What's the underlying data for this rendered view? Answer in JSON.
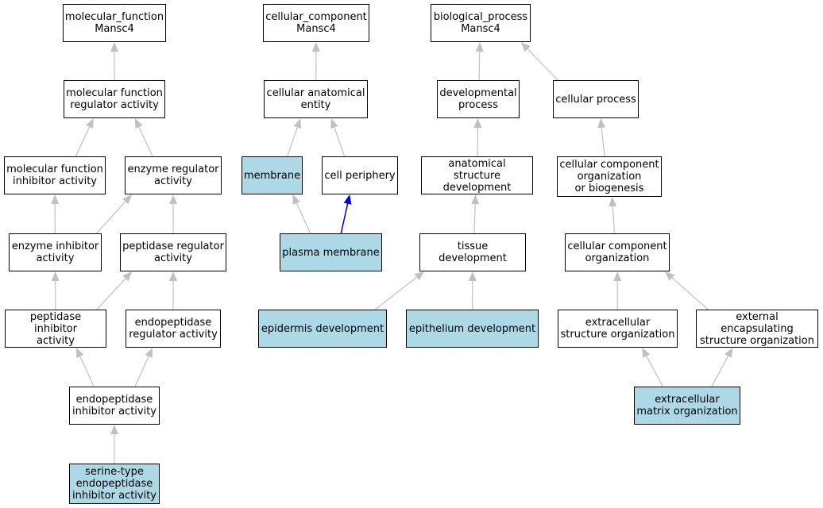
{
  "colors": {
    "default_fill": "#ffffff",
    "highlight_fill": "#add8e6",
    "edge_gray": "#c0c0c0",
    "edge_blue": "#0000dd"
  },
  "nodes": {
    "mf_root": "molecular_function\nMansc4",
    "mf_reg": "molecular function\nregulator activity",
    "mf_inhib": "molecular function\ninhibitor activity",
    "enz_reg": "enzyme regulator\nactivity",
    "enz_inhib": "enzyme inhibitor\nactivity",
    "pep_reg": "peptidase regulator\nactivity",
    "pep_inhib": "peptidase inhibitor\nactivity",
    "endo_reg": "endopeptidase\nregulator activity",
    "endo_inhib": "endopeptidase\ninhibitor activity",
    "serine": "serine-type\nendopeptidase\ninhibitor activity",
    "cc_root": "cellular_component\nMansc4",
    "cae": "cellular anatomical\nentity",
    "membrane": "membrane",
    "cell_periphery": "cell periphery",
    "plasma_membrane": "plasma membrane",
    "bp_root": "biological_process\nMansc4",
    "dev_proc": "developmental\nprocess",
    "cell_proc": "cellular process",
    "anat_dev": "anatomical structure\ndevelopment",
    "ccob": "cellular component\norganization\nor biogenesis",
    "tissue_dev": "tissue development",
    "cco": "cellular component\norganization",
    "epidermis": "epidermis development",
    "epithelium": "epithelium development",
    "ext_struct": "extracellular\nstructure organization",
    "ext_encap": "external encapsulating\nstructure organization",
    "ecm": "extracellular\nmatrix organization"
  },
  "highlighted": [
    "serine",
    "membrane",
    "plasma_membrane",
    "epidermis",
    "epithelium",
    "ecm"
  ],
  "edges": [
    {
      "from": "mf_reg",
      "to": "mf_root"
    },
    {
      "from": "mf_inhib",
      "to": "mf_reg"
    },
    {
      "from": "enz_reg",
      "to": "mf_reg"
    },
    {
      "from": "enz_inhib",
      "to": "mf_inhib"
    },
    {
      "from": "enz_inhib",
      "to": "enz_reg"
    },
    {
      "from": "pep_reg",
      "to": "enz_reg"
    },
    {
      "from": "pep_inhib",
      "to": "enz_inhib"
    },
    {
      "from": "pep_inhib",
      "to": "pep_reg"
    },
    {
      "from": "endo_reg",
      "to": "pep_reg"
    },
    {
      "from": "endo_inhib",
      "to": "pep_inhib"
    },
    {
      "from": "endo_inhib",
      "to": "endo_reg"
    },
    {
      "from": "serine",
      "to": "endo_inhib"
    },
    {
      "from": "cae",
      "to": "cc_root"
    },
    {
      "from": "membrane",
      "to": "cae"
    },
    {
      "from": "cell_periphery",
      "to": "cae"
    },
    {
      "from": "plasma_membrane",
      "to": "membrane"
    },
    {
      "from": "plasma_membrane",
      "to": "cell_periphery",
      "color": "blue"
    },
    {
      "from": "dev_proc",
      "to": "bp_root"
    },
    {
      "from": "cell_proc",
      "to": "bp_root"
    },
    {
      "from": "anat_dev",
      "to": "dev_proc"
    },
    {
      "from": "ccob",
      "to": "cell_proc"
    },
    {
      "from": "tissue_dev",
      "to": "anat_dev"
    },
    {
      "from": "cco",
      "to": "ccob"
    },
    {
      "from": "epidermis",
      "to": "tissue_dev"
    },
    {
      "from": "epithelium",
      "to": "tissue_dev"
    },
    {
      "from": "ext_struct",
      "to": "cco"
    },
    {
      "from": "ext_encap",
      "to": "cco"
    },
    {
      "from": "ecm",
      "to": "ext_struct"
    },
    {
      "from": "ecm",
      "to": "ext_encap"
    }
  ]
}
